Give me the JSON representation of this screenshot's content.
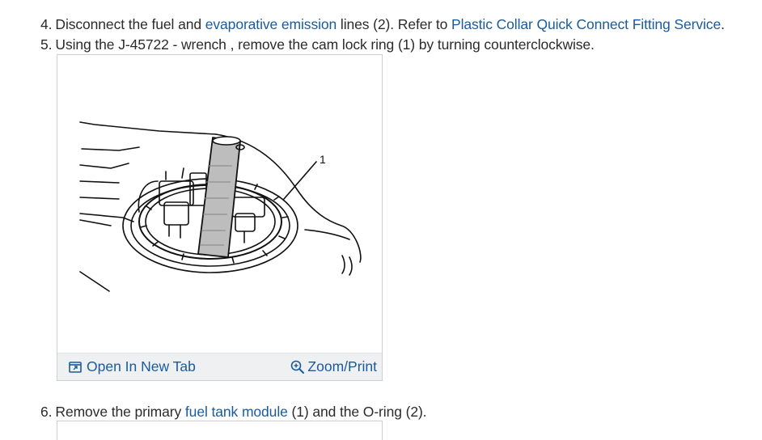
{
  "steps": {
    "step4": {
      "number": "4.",
      "text_before": "Disconnect the fuel and ",
      "link1": "evaporative emission",
      "text_middle": " lines (2). Refer to ",
      "link2": "Plastic Collar Quick Connect Fitting Service",
      "text_after": "."
    },
    "step5": {
      "number": "5.",
      "text": "Using the J-45722 - wrench , remove the cam lock ring (1) by turning counterclockwise."
    },
    "step6": {
      "number": "6.",
      "text_before": "Remove the primary ",
      "link1": "fuel tank module",
      "text_after": " (1) and the O-ring (2)."
    }
  },
  "figure": {
    "callout_label": "1",
    "open_tab_label": "Open In New Tab",
    "zoom_label": "Zoom/Print",
    "open_tab_icon": "open-in-new-tab-icon",
    "zoom_icon": "magnifier-plus-icon"
  },
  "colors": {
    "link": "#1a5b9c",
    "text": "#2b2b2b",
    "toolbar_bg": "#eef0f2",
    "border": "#cfcfcf"
  }
}
